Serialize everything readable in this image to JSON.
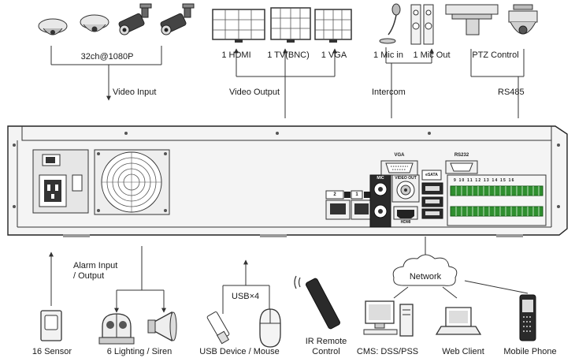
{
  "top": {
    "video_input": {
      "channels": "32ch@1080P",
      "label": "Video Input"
    },
    "video_output": {
      "hdmi": "1 HDMI",
      "tv": "1 TV(BNC)",
      "vga": "1 VGA",
      "label": "Video Output"
    },
    "intercom": {
      "mic_in": "1 Mic in",
      "mic_out": "1 Mic Out",
      "label": "Intercom"
    },
    "ptz": {
      "control": "PTZ Control",
      "label": "RS485"
    }
  },
  "panel": {
    "vga": "VGA",
    "rs232": "RS232",
    "mic": "MIC",
    "video_out": "VIDEO OUT",
    "esata": "eSATA",
    "hdmi": "HDMI",
    "lan_2": "2",
    "lan_1": "1",
    "terminal_numbers": "9 10 11 12 13 14 15 16"
  },
  "bottom": {
    "alarm": "Alarm Input\n/ Output",
    "sensor": "16 Sensor",
    "lighting": "6 Lighting / Siren",
    "usb_count": "USB×4",
    "usb_device": "USB Device / Mouse",
    "ir_remote": "IR Remote\nControl",
    "network": "Network",
    "cms": "CMS: DSS/PSS",
    "web_client": "Web Client",
    "mobile_phone": "Mobile Phone"
  },
  "colors": {
    "line": "#333333",
    "panel_fill": "#f4f4f4",
    "dark": "#2a2a2a",
    "port_green": "#3c9a3c"
  }
}
